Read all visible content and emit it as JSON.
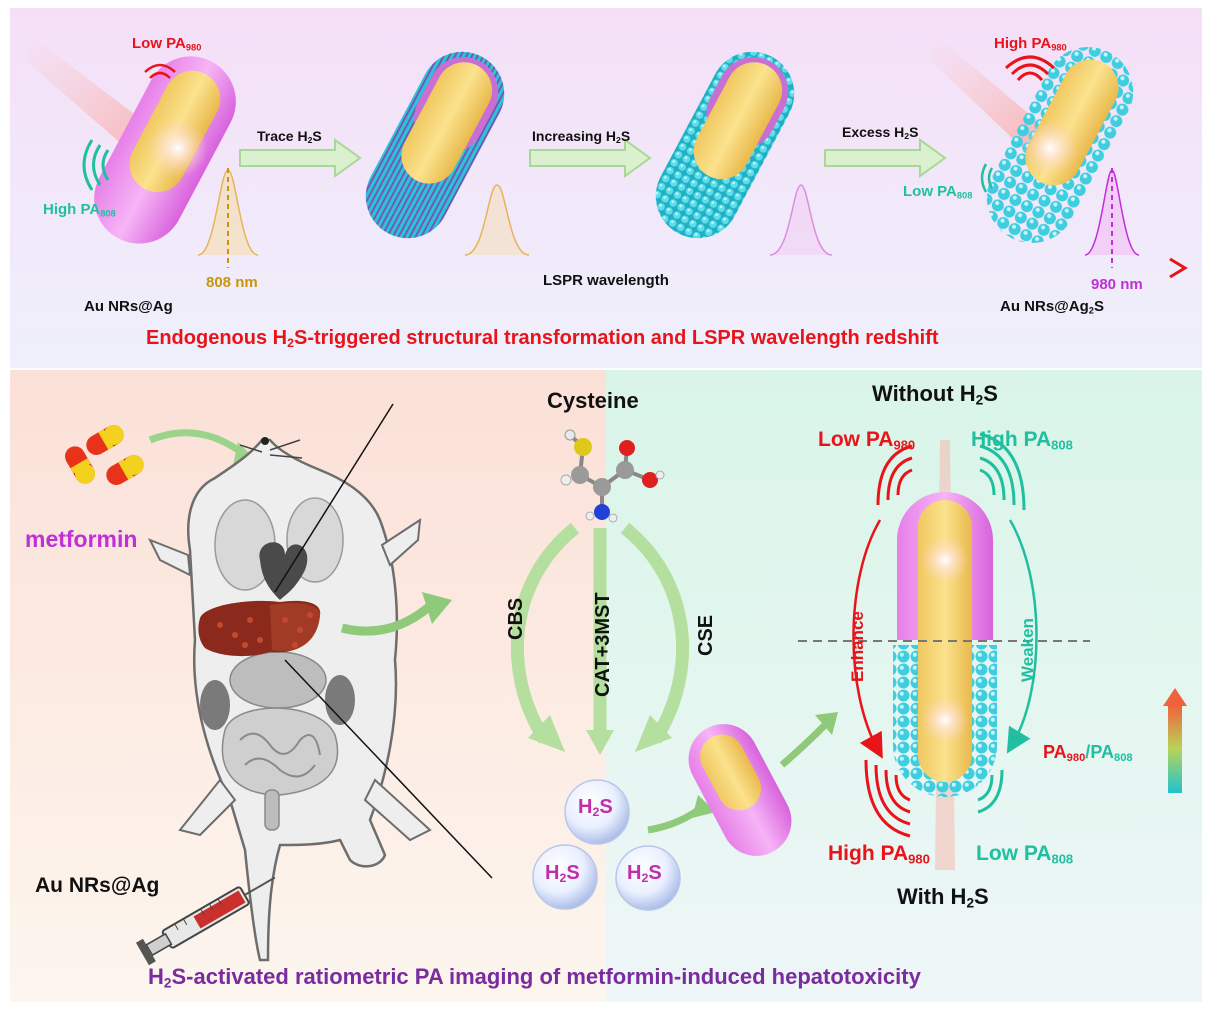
{
  "colors": {
    "red": "#e8141a",
    "teal": "#1fbfa0",
    "purple": "#7a2b9e",
    "magenta": "#c02fd8",
    "gold": "#c8960a",
    "arrow_green": "#9cd38a"
  },
  "top_panel": {
    "rod1": {
      "pa980_label": "Low PA",
      "pa980_sub": "980",
      "pa808_label": "High PA",
      "pa808_sub": "808",
      "name": "Au NRs@Ag"
    },
    "step1": {
      "text": "Trace H",
      "sub": "2",
      "tail": "S"
    },
    "step2": {
      "text": "Increasing H",
      "sub": "2",
      "tail": "S"
    },
    "step3": {
      "text": "Excess H",
      "sub": "2",
      "tail": "S"
    },
    "rod4": {
      "pa980_label": "High PA",
      "pa980_sub": "980",
      "pa808_label": "Low PA",
      "pa808_sub": "808",
      "name_pre": "Au NRs@Ag",
      "name_sub": "2",
      "name_tail": "S"
    },
    "axis_label": "LSPR wavelength",
    "mark_808": "808 nm",
    "mark_980": "980 nm",
    "caption_pre": "Endogenous H",
    "caption_sub": "2",
    "caption_tail": "S-triggered structural transformation and LSPR wavelength redshift"
  },
  "bottom_panel": {
    "metformin": "metformin",
    "probe_label": "Au NRs@Ag",
    "cysteine": "Cysteine",
    "enzymes": [
      "CBS",
      "CAT+3MST",
      "CSE"
    ],
    "h2s_molecule": {
      "pre": "H",
      "sub": "2",
      "tail": "S"
    },
    "without": {
      "pre": "Without H",
      "sub": "2",
      "tail": "S"
    },
    "with": {
      "pre": "With H",
      "sub": "2",
      "tail": "S"
    },
    "low_pa980": {
      "label": "Low PA",
      "sub": "980"
    },
    "high_pa808": {
      "label": "High PA",
      "sub": "808"
    },
    "high_pa980": {
      "label": "High PA",
      "sub": "980"
    },
    "low_pa808": {
      "label": "Low PA",
      "sub": "808"
    },
    "enhance": "Enhance",
    "weaken": "Weaken",
    "ratio_num": "PA",
    "ratio_num_sub": "980",
    "ratio_sep": "/",
    "ratio_den": "PA",
    "ratio_den_sub": "808",
    "caption_pre": "H",
    "caption_sub": "2",
    "caption_tail": "S-activated ratiometric PA imaging of metformin-induced hepatotoxicity"
  }
}
